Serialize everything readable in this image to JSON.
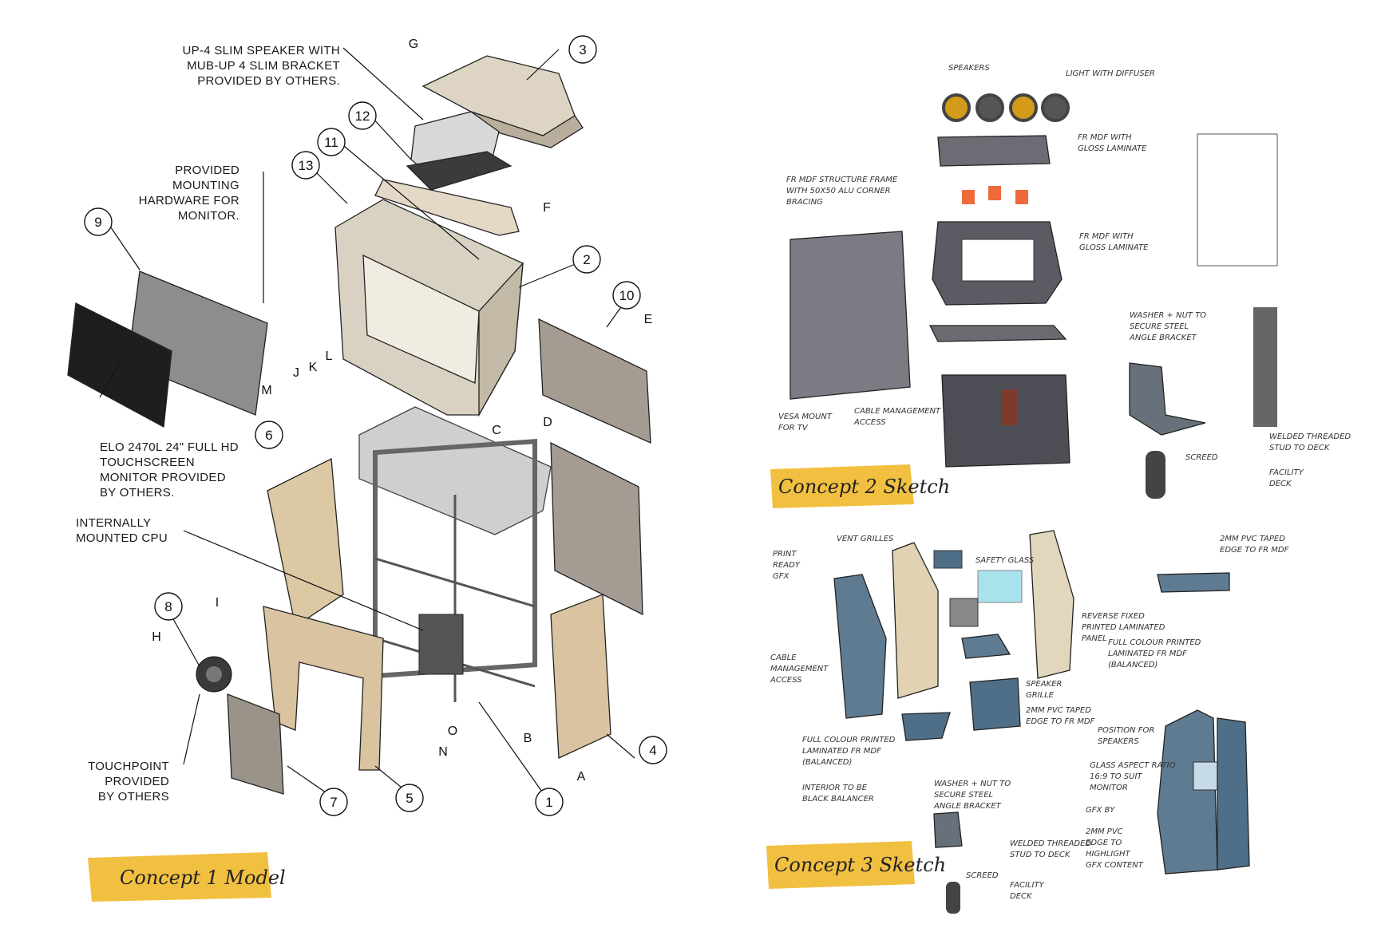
{
  "concept1": {
    "banner": "Concept 1 Model",
    "callouts": [
      {
        "id": "1",
        "label": "1"
      },
      {
        "id": "2",
        "label": "2"
      },
      {
        "id": "3",
        "label": "3"
      },
      {
        "id": "4",
        "label": "4"
      },
      {
        "id": "5",
        "label": "5"
      },
      {
        "id": "6",
        "label": "6"
      },
      {
        "id": "7",
        "label": "7"
      },
      {
        "id": "8",
        "label": "8"
      },
      {
        "id": "9",
        "label": "9"
      },
      {
        "id": "10",
        "label": "10"
      },
      {
        "id": "11",
        "label": "11"
      },
      {
        "id": "12",
        "label": "12"
      },
      {
        "id": "13",
        "label": "13"
      }
    ],
    "letters": [
      "A",
      "B",
      "C",
      "D",
      "E",
      "F",
      "G",
      "H",
      "I",
      "J",
      "K",
      "L",
      "M",
      "N",
      "O"
    ],
    "notes": {
      "speaker": [
        "UP-4 SLIM SPEAKER WITH",
        "MUB-UP 4 SLIM BRACKET",
        "PROVIDED BY OTHERS."
      ],
      "hardware": [
        "PROVIDED",
        "MOUNTING",
        "HARDWARE FOR",
        "MONITOR."
      ],
      "monitor": [
        "ELO 2470L 24\" FULL HD",
        "TOUCHSCREEN",
        "MONITOR PROVIDED",
        "BY OTHERS."
      ],
      "cpu": [
        "INTERNALLY",
        "MOUNTED CPU"
      ],
      "touchpoint": [
        "TOUCHPOINT",
        "PROVIDED",
        "BY OTHERS"
      ]
    }
  },
  "concept2": {
    "banner": "Concept 2 Sketch",
    "notes": {
      "speakers": "SPEAKERS",
      "light": "LIGHT WITH DIFFUSER",
      "frame": [
        "FR MDF STRUCTURE FRAME",
        "WITH 50X50 ALU CORNER",
        "BRACING"
      ],
      "fr_mdf_1": [
        "FR MDF WITH",
        "GLOSS LAMINATE"
      ],
      "fr_mdf_2": [
        "FR MDF WITH",
        "GLOSS LAMINATE"
      ],
      "washer": [
        "WASHER + NUT TO",
        "SECURE STEEL",
        "ANGLE BRACKET"
      ],
      "vesa": [
        "VESA MOUNT",
        "FOR TV"
      ],
      "cable": [
        "CABLE MANAGEMENT",
        "ACCESS"
      ],
      "welded": [
        "WELDED THREADED",
        "STUD TO DECK"
      ],
      "screed": "SCREED",
      "facility": [
        "FACILITY",
        "DECK"
      ]
    }
  },
  "concept3": {
    "banner": "Concept 3 Sketch",
    "notes": {
      "print": [
        "PRINT",
        "READY",
        "GFX"
      ],
      "vent": "VENT GRILLES",
      "safety": "SAFETY GLASS",
      "pvc_top": [
        "2MM PVC TAPED",
        "EDGE TO FR MDF"
      ],
      "reverse": [
        "REVERSE FIXED",
        "PRINTED LAMINATED",
        "PANEL"
      ],
      "full1": [
        "FULL COLOUR PRINTED",
        "LAMINATED FR MDF",
        "(BALANCED)"
      ],
      "cable": [
        "CABLE",
        "MANAGEMENT",
        "ACCESS"
      ],
      "speaker": [
        "SPEAKER",
        "GRILLE"
      ],
      "pvc_mid": [
        "2MM PVC TAPED",
        "EDGE TO FR MDF"
      ],
      "full2": [
        "FULL COLOUR PRINTED",
        "LAMINATED FR MDF",
        "(BALANCED)"
      ],
      "washer": [
        "WASHER + NUT TO",
        "SECURE STEEL",
        "ANGLE BRACKET"
      ],
      "interior": [
        "INTERIOR TO BE",
        "BLACK BALANCER"
      ],
      "position": [
        "POSITION FOR",
        "SPEAKERS"
      ],
      "glass": [
        "GLASS ASPECT RATIO",
        "16:9 TO SUIT",
        "MONITOR"
      ],
      "gfx": "GFX BY",
      "pvc_edge": [
        "2MM PVC",
        "EDGE TO",
        "HIGHLIGHT",
        "GFX CONTENT"
      ],
      "welded": [
        "WELDED THREADED",
        "STUD TO DECK"
      ],
      "screed": "SCREED",
      "facility": [
        "FACILITY",
        "DECK"
      ]
    }
  }
}
